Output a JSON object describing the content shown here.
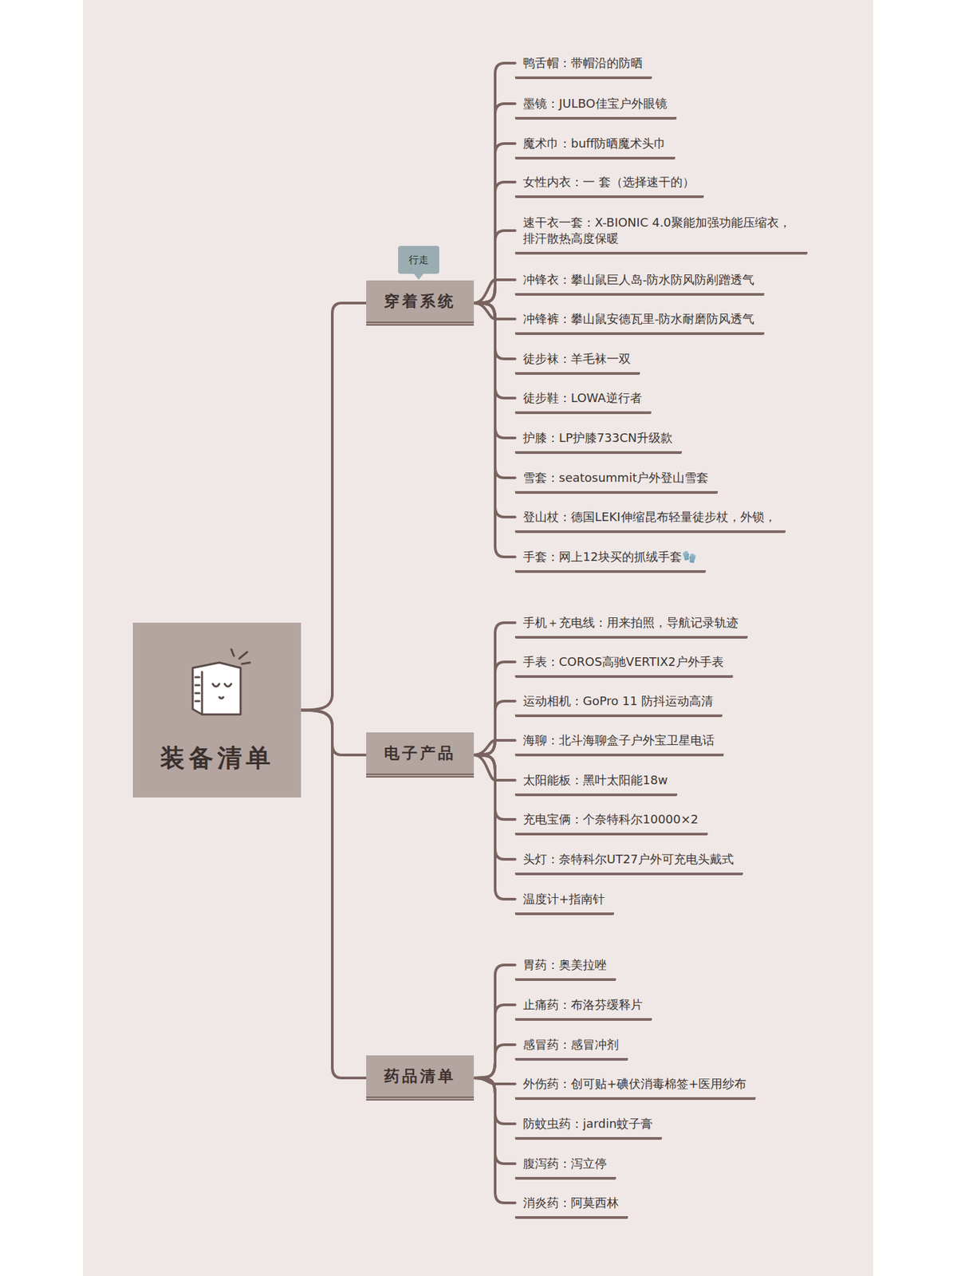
{
  "diagram": {
    "nodes": [
      {
        "text": [
          "装备清单"
        ]
      },
      {
        "text": [
          "行走"
        ]
      },
      {
        "text": [
          "穿着系统"
        ]
      },
      {
        "text": [
          "鸭舌帽：带帽沿的防晒"
        ]
      },
      {
        "text": [
          "墨镜：JULBO佳宝户外眼镜"
        ]
      },
      {
        "text": [
          "魔术巾：buff防晒魔术头巾"
        ]
      },
      {
        "text": [
          "女性内衣：一 套（选择速干的）"
        ]
      },
      {
        "text": [
          "速干衣一套：X-BIONIC 4.0聚能加强功能压缩衣，排汗散热高度保暖"
        ]
      },
      {
        "text": [
          "冲锋衣：攀山鼠巨人岛-防水防风防剐蹭透气"
        ]
      },
      {
        "text": [
          "冲锋裤：攀山鼠安德瓦里-防水耐磨防风透气"
        ]
      },
      {
        "text": [
          "徒步袜：羊毛袜一双"
        ]
      },
      {
        "text": [
          "徒步鞋：LOWA逆行者"
        ]
      },
      {
        "text": [
          "护膝：LP护膝733CN升级款"
        ]
      },
      {
        "text": [
          "雪套：seatosummit户外登山雪套"
        ]
      },
      {
        "text": [
          "登山杖：德国LEKI伸缩昆布轻量徒步杖，外锁，"
        ]
      },
      {
        "text": [
          "手套：网上12块买的抓绒手套🧤"
        ]
      },
      {
        "text": [
          "电子产品"
        ]
      },
      {
        "text": [
          "手机＋充电线：用来拍照，导航记录轨迹"
        ]
      },
      {
        "text": [
          "手表：COROS高驰VERTIX2户外手表"
        ]
      },
      {
        "text": [
          "运动相机：GoPro 11 防抖运动高清"
        ]
      },
      {
        "text": [
          "海聊：北斗海聊盒子户外宝卫星电话"
        ]
      },
      {
        "text": [
          "太阳能板：黑叶太阳能18w"
        ]
      },
      {
        "text": [
          "充电宝俩：个奈特科尔10000×2"
        ]
      },
      {
        "text": [
          "头灯：奈特科尔UT27户外可充电头戴式"
        ]
      },
      {
        "text": [
          "温度计+指南针"
        ]
      },
      {
        "text": [
          "药品清单"
        ]
      },
      {
        "text": [
          "胃药：奥美拉唑"
        ]
      },
      {
        "text": [
          "止痛药：布洛芬缓释片"
        ]
      },
      {
        "text": [
          "感冒药：感冒冲剂"
        ]
      },
      {
        "text": [
          "外伤药：创可贴+碘伏消毒棉签+医用纱布"
        ]
      },
      {
        "text": [
          "防蚊虫药：jardin蚊子膏"
        ]
      },
      {
        "text": [
          "腹泻药：泻立停"
        ]
      },
      {
        "text": [
          "消炎药：阿莫西林"
        ]
      }
    ],
    "edges": [
      {
        "from": 0,
        "to": 2,
        "arrow": "none"
      },
      {
        "from": 0,
        "to": 16,
        "arrow": "none"
      },
      {
        "from": 0,
        "to": 25,
        "arrow": "none"
      },
      {
        "from": 2,
        "to": 3,
        "arrow": "none"
      },
      {
        "from": 2,
        "to": 4,
        "arrow": "none"
      },
      {
        "from": 2,
        "to": 5,
        "arrow": "none"
      },
      {
        "from": 2,
        "to": 6,
        "arrow": "none"
      },
      {
        "from": 2,
        "to": 7,
        "arrow": "none"
      },
      {
        "from": 2,
        "to": 8,
        "arrow": "none"
      },
      {
        "from": 2,
        "to": 9,
        "arrow": "none"
      },
      {
        "from": 2,
        "to": 10,
        "arrow": "none"
      },
      {
        "from": 2,
        "to": 11,
        "arrow": "none"
      },
      {
        "from": 2,
        "to": 12,
        "arrow": "none"
      },
      {
        "from": 2,
        "to": 13,
        "arrow": "none"
      },
      {
        "from": 2,
        "to": 14,
        "arrow": "none"
      },
      {
        "from": 2,
        "to": 15,
        "arrow": "none"
      },
      {
        "from": 16,
        "to": 17,
        "arrow": "none"
      },
      {
        "from": 16,
        "to": 18,
        "arrow": "none"
      },
      {
        "from": 16,
        "to": 19,
        "arrow": "none"
      },
      {
        "from": 16,
        "to": 20,
        "arrow": "none"
      },
      {
        "from": 16,
        "to": 21,
        "arrow": "none"
      },
      {
        "from": 16,
        "to": 22,
        "arrow": "none"
      },
      {
        "from": 16,
        "to": 23,
        "arrow": "none"
      },
      {
        "from": 16,
        "to": 24,
        "arrow": "none"
      },
      {
        "from": 25,
        "to": 26,
        "arrow": "none"
      },
      {
        "from": 25,
        "to": 27,
        "arrow": "none"
      },
      {
        "from": 25,
        "to": 28,
        "arrow": "none"
      },
      {
        "from": 25,
        "to": 29,
        "arrow": "none"
      },
      {
        "from": 25,
        "to": 30,
        "arrow": "none"
      },
      {
        "from": 25,
        "to": 31,
        "arrow": "none"
      },
      {
        "from": 25,
        "to": 32,
        "arrow": "none"
      }
    ]
  }
}
